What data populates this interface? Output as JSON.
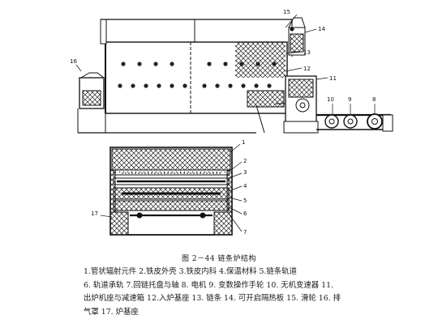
{
  "figure": {
    "caption": "图 2－44  链条炉结构",
    "legend_lines": [
      "1.管状辐射元件  2.铁皮外壳   3.铁皮内科  4.保温材料  5.链条轨道",
      "6. 轨道承轨   7.回链托盘与轴  8. 电机  9. 变数操作手轮  10. 无机变速器  11.",
      "出炉机座与减速箱  12.入炉基座  13. 链条  14. 可开启隔热板  15. 滑轮  16. 排",
      "气罩   17. 炉基座"
    ],
    "top_view_labels": [
      "16",
      "15",
      "14",
      "13",
      "12",
      "11",
      "10",
      "9",
      "8"
    ],
    "section_view_labels": [
      "1",
      "2",
      "3",
      "4",
      "5",
      "6",
      "7",
      "17"
    ]
  }
}
